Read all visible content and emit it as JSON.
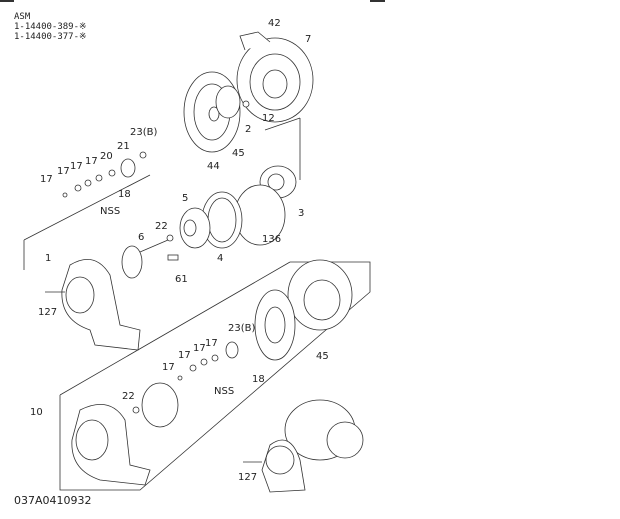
{
  "header": {
    "lines": [
      "ASM",
      "1-14400-389-※",
      "1-14400-377-※"
    ]
  },
  "drawing_code": "037A0410932",
  "labels": [
    "42",
    "7",
    "12",
    "2",
    "23(B)",
    "21",
    "20",
    "17",
    "17",
    "17",
    "17",
    "45",
    "44",
    "18",
    "NSS",
    "5",
    "22",
    "6",
    "3",
    "136",
    "4",
    "1",
    "61",
    "127",
    "23(B)",
    "17",
    "17",
    "17",
    "17",
    "45",
    "18",
    "NSS",
    "22",
    "10",
    "127"
  ]
}
